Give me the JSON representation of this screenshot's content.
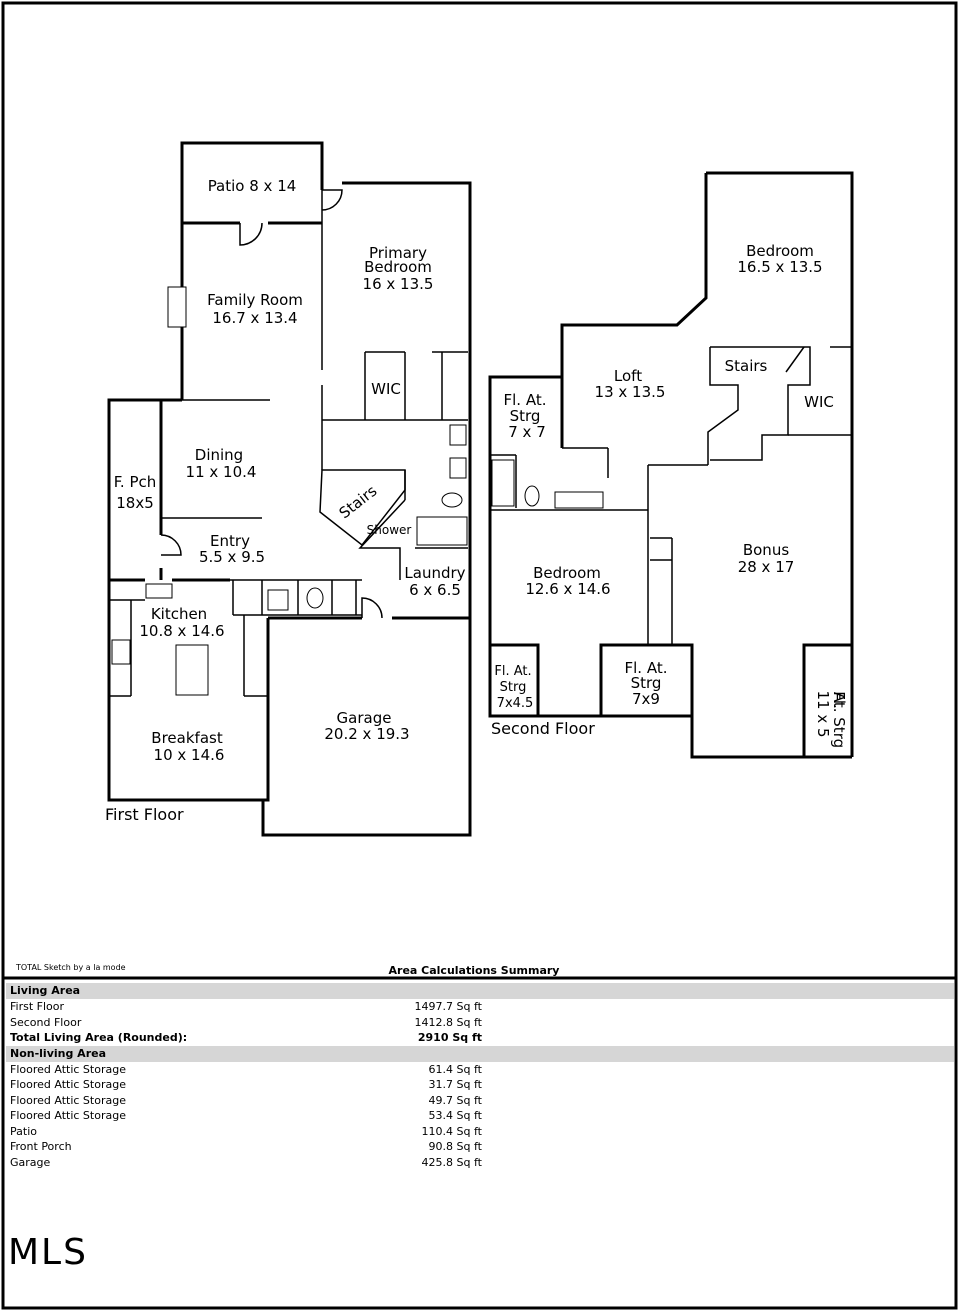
{
  "rooms": {
    "patio": {
      "name": "Patio 8 x 14"
    },
    "primary_bedroom": {
      "name_line1": "Primary",
      "name_line2": "Bedroom",
      "size": "16 x 13.5"
    },
    "family_room": {
      "name": "Family Room",
      "size": "16.7 x 13.4"
    },
    "wic1": {
      "name": "WIC"
    },
    "dining": {
      "name": "Dining",
      "size": "11 x 10.4"
    },
    "front_porch": {
      "name": "F. Pch",
      "size": "18x5"
    },
    "stairs1": {
      "name": "Stairs"
    },
    "shower": {
      "name": "Shower"
    },
    "entry": {
      "name": "Entry",
      "size": "5.5 x 9.5"
    },
    "laundry": {
      "name": "Laundry",
      "size": "6 x 6.5"
    },
    "kitchen": {
      "name": "Kitchen",
      "size": "10.8 x 14.6"
    },
    "garage": {
      "name": "Garage",
      "size": "20.2 x 19.3"
    },
    "breakfast": {
      "name": "Breakfast",
      "size": "10 x 14.6"
    },
    "bedroom_upper": {
      "name": "Bedroom",
      "size": "16.5 x 13.5"
    },
    "loft": {
      "name": "Loft",
      "size": "13 x 13.5"
    },
    "stairs2": {
      "name": "Stairs"
    },
    "wic2": {
      "name": "WIC"
    },
    "attic1": {
      "name_line1": "Fl. At.",
      "name_line2": "Strg",
      "size": "7 x 7"
    },
    "bedroom_lower": {
      "name": "Bedroom",
      "size": "12.6 x 14.6"
    },
    "bonus": {
      "name": "Bonus",
      "size": "28 x 17"
    },
    "attic2": {
      "name_line1": "Fl. At.",
      "name_line2": "Strg",
      "size": "7x4.5"
    },
    "attic3": {
      "name_line1": "Fl. At.",
      "name_line2": "Strg",
      "size": "7x9"
    },
    "attic4": {
      "name_line1": "Fl.",
      "name_line2": "At. Strg",
      "size": "11 x 5"
    }
  },
  "floors": {
    "first": "First Floor",
    "second": "Second Floor"
  },
  "summary": {
    "brand": "TOTAL Sketch by a la mode",
    "title": "Area Calculations Summary",
    "living_header": "Living Area",
    "living": [
      {
        "label": "First Floor",
        "value": "1497.7 Sq ft"
      },
      {
        "label": "Second Floor",
        "value": "1412.8 Sq ft"
      }
    ],
    "total": {
      "label": "Total Living Area (Rounded):",
      "value": "2910 Sq ft"
    },
    "nonliving_header": "Non-living Area",
    "nonliving": [
      {
        "label": "Floored Attic Storage",
        "value": "61.4 Sq ft"
      },
      {
        "label": "Floored Attic Storage",
        "value": "31.7 Sq ft"
      },
      {
        "label": "Floored Attic Storage",
        "value": "49.7 Sq ft"
      },
      {
        "label": "Floored Attic Storage",
        "value": "53.4 Sq ft"
      },
      {
        "label": "Patio",
        "value": "110.4 Sq ft"
      },
      {
        "label": "Front Porch",
        "value": "90.8 Sq ft"
      },
      {
        "label": "Garage",
        "value": "425.8 Sq ft"
      }
    ]
  },
  "logo": "MLS"
}
